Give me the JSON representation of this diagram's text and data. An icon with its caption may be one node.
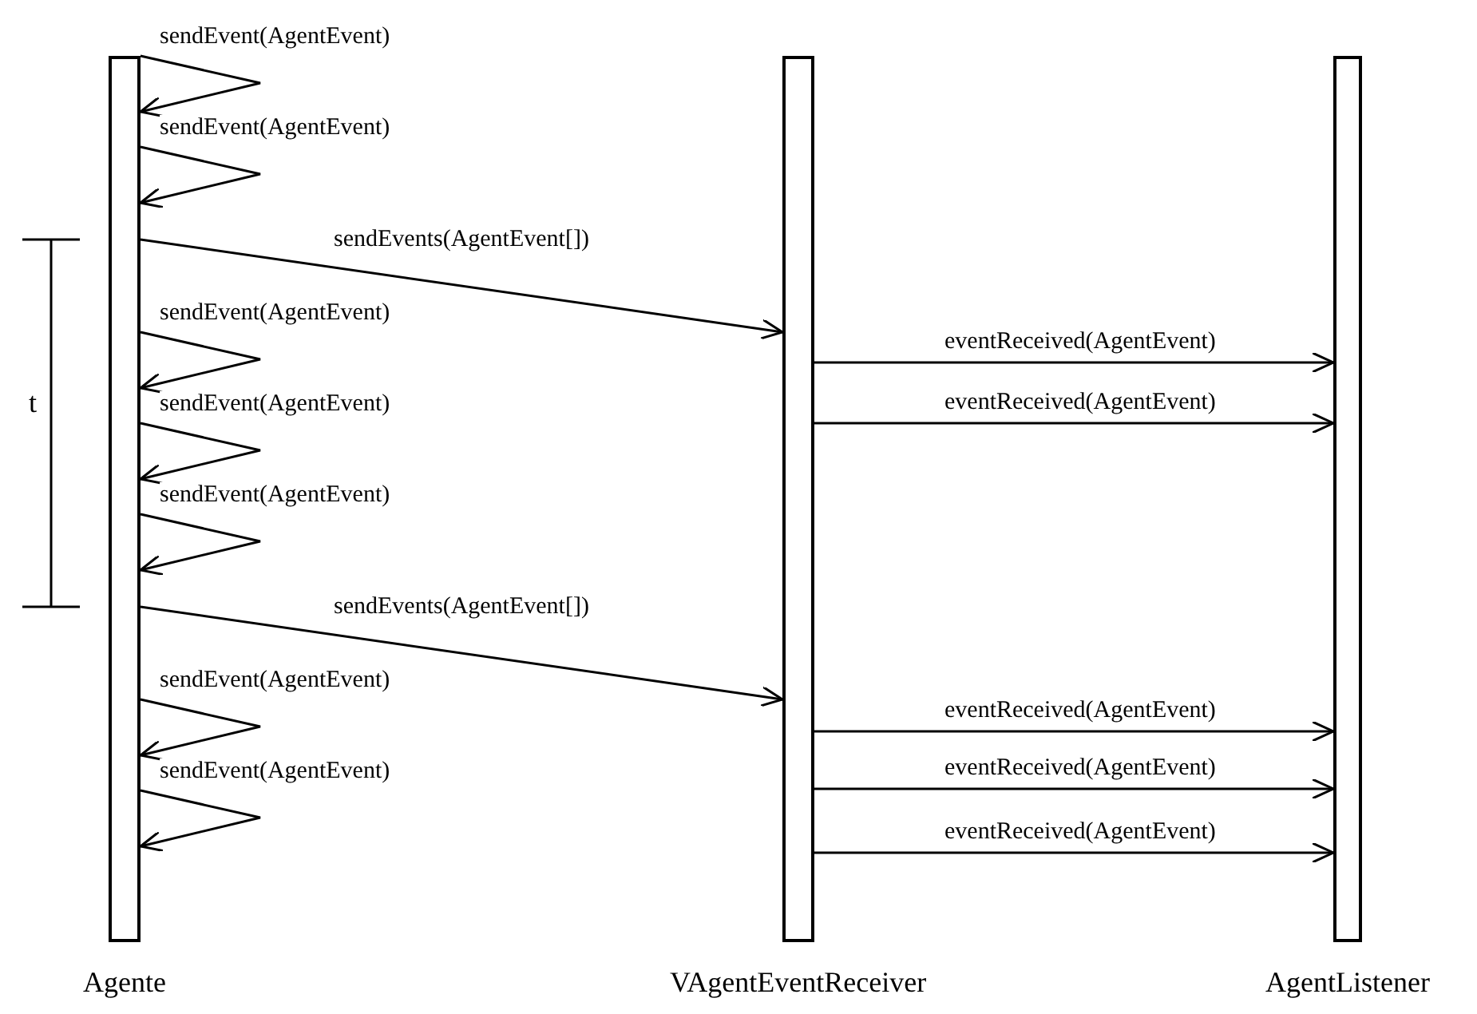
{
  "diagram": {
    "nodes": [
      {
        "text": [
          "Agente"
        ]
      },
      {
        "text": [
          "VAgentEventReceiver"
        ]
      },
      {
        "text": [
          "AgentListener"
        ]
      }
    ],
    "edges": [
      {
        "from": 0,
        "to": 0,
        "arrow": "to",
        "label": "sendEvent(AgentEvent)"
      },
      {
        "from": 0,
        "to": 0,
        "arrow": "to",
        "label": "sendEvent(AgentEvent)"
      },
      {
        "from": 0,
        "to": 1,
        "arrow": "to",
        "label": "sendEvents(AgentEvent[])"
      },
      {
        "from": 0,
        "to": 0,
        "arrow": "to",
        "label": "sendEvent(AgentEvent)"
      },
      {
        "from": 1,
        "to": 2,
        "arrow": "to",
        "label": "eventReceived(AgentEvent)"
      },
      {
        "from": 0,
        "to": 0,
        "arrow": "to",
        "label": "sendEvent(AgentEvent)"
      },
      {
        "from": 1,
        "to": 2,
        "arrow": "to",
        "label": "eventReceived(AgentEvent)"
      },
      {
        "from": 0,
        "to": 0,
        "arrow": "to",
        "label": "sendEvent(AgentEvent)"
      },
      {
        "from": 0,
        "to": 1,
        "arrow": "to",
        "label": "sendEvents(AgentEvent[])"
      },
      {
        "from": 0,
        "to": 0,
        "arrow": "to",
        "label": "sendEvent(AgentEvent)"
      },
      {
        "from": 1,
        "to": 2,
        "arrow": "to",
        "label": "eventReceived(AgentEvent)"
      },
      {
        "from": 0,
        "to": 0,
        "arrow": "to",
        "label": "sendEvent(AgentEvent)"
      },
      {
        "from": 1,
        "to": 2,
        "arrow": "to",
        "label": "eventReceived(AgentEvent)"
      },
      {
        "from": 1,
        "to": 2,
        "arrow": "to",
        "label": "eventReceived(AgentEvent)"
      }
    ],
    "labels": [
      "t"
    ]
  }
}
